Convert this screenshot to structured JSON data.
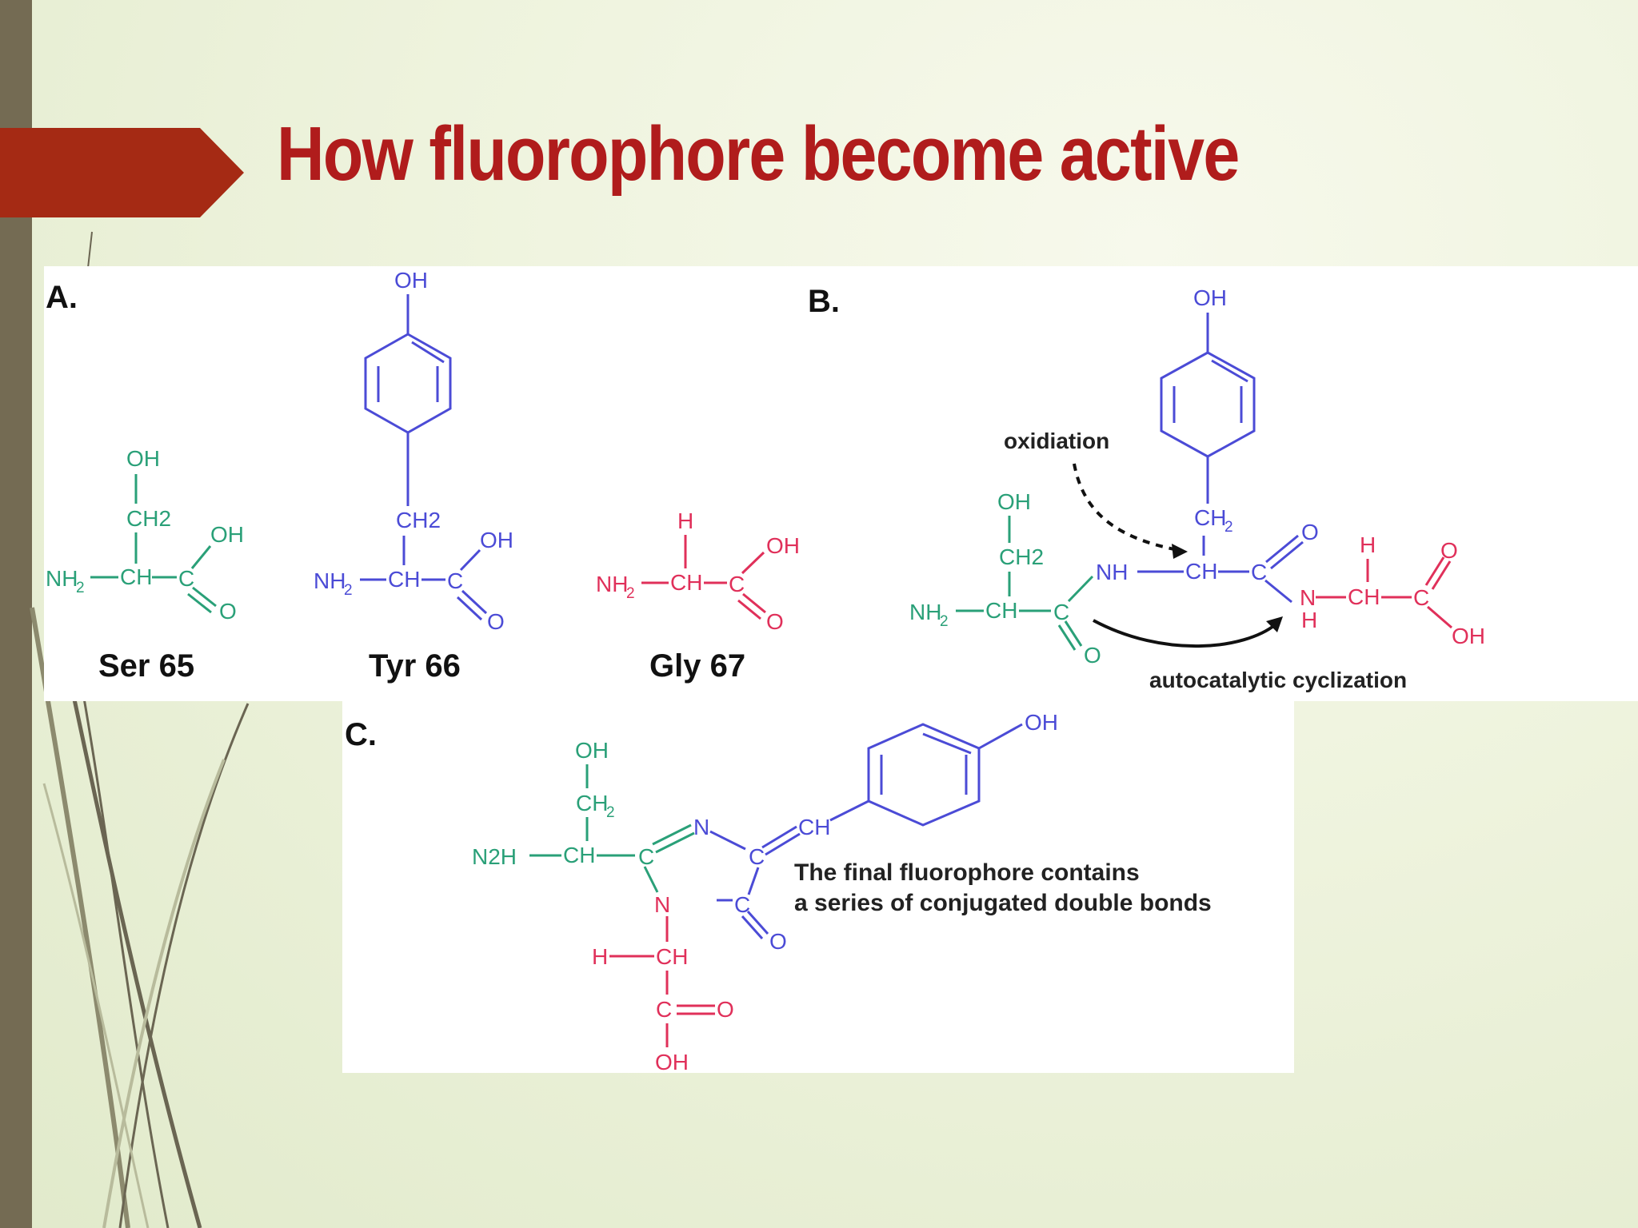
{
  "slide": {
    "title": "How fluorophore become active",
    "colors": {
      "title": "#b01c1c",
      "ser": "#2aa078",
      "tyr": "#4b4bd6",
      "gly": "#e0305a",
      "banner": "#a52a14",
      "sidebar": "#746b53"
    }
  },
  "panel_ab": {
    "label_a": "A.",
    "label_b": "B.",
    "ser": {
      "caption": "Ser 65",
      "oh_top": "OH",
      "ch2": "CH2",
      "nh2": "NH",
      "nh2_sub": "2",
      "ch": "CH",
      "c": "C",
      "oh": "OH",
      "o": "O"
    },
    "tyr": {
      "caption": "Tyr 66",
      "oh_top": "OH",
      "ch2": "CH2",
      "nh2": "NH",
      "nh2_sub": "2",
      "ch": "CH",
      "c": "C",
      "oh": "OH",
      "o": "O"
    },
    "gly": {
      "caption": "Gly 67",
      "h": "H",
      "nh2": "NH",
      "nh2_sub": "2",
      "ch": "CH",
      "c": "C",
      "oh": "OH",
      "o": "O"
    },
    "b": {
      "oxidation": "oxidiation",
      "cyclization": "autocatalytic cyclization",
      "tyr_oh": "OH",
      "tyr_ch2": "CH",
      "tyr_ch2_sub": "2",
      "tyr_nh": "NH",
      "tyr_ch": "CH",
      "tyr_c": "C",
      "tyr_o": "O",
      "ser_oh": "OH",
      "ser_ch2": "CH2",
      "ser_nh2": "NH",
      "ser_nh2_sub": "2",
      "ser_ch": "CH",
      "ser_c": "C",
      "ser_o": "O",
      "gly_h": "H",
      "gly_n": "N",
      "gly_nh_h": "H",
      "gly_ch": "CH",
      "gly_c": "C",
      "gly_o": "O",
      "gly_oh": "OH"
    }
  },
  "panel_c": {
    "label_c": "C.",
    "caption_line1": "The final fluorophore contains",
    "caption_line2": "a series of conjugated double bonds",
    "ser_oh": "OH",
    "ser_ch2": "CH",
    "ser_ch2_sub": "2",
    "n2h": "N2H",
    "ser_ch": "CH",
    "ring_c1": "C",
    "ring_n_top": "N",
    "ring_c2": "C",
    "ring_n_bottom": "N",
    "ring_c3": "C",
    "ring_o": "O",
    "tyr_ch": "CH",
    "tyr_oh": "OH",
    "gly_h": "H",
    "gly_ch": "CH",
    "gly_c": "C",
    "gly_o": "O",
    "gly_oh": "OH"
  }
}
